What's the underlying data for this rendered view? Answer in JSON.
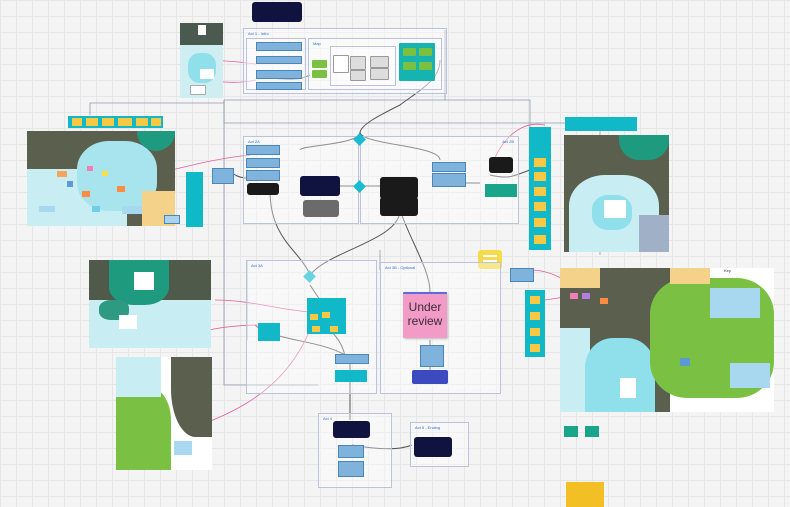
{
  "canvas": {
    "background": "#f4f4f4",
    "grid_color": "#e6e6e6"
  },
  "frames": {
    "act1_title": "Act 1 - Intro",
    "map_label": "Map",
    "act2a_title": "Act 2A",
    "act2b_title": "Act 2B",
    "act3a_title": "Act 3A",
    "act3b_title": "Act 3B - Optional",
    "act4_title": "Act 4",
    "act5_title": "Act 5 - Ending"
  },
  "sticky": {
    "review_label": "Under\nreview",
    "color": "#f19bc6",
    "border": "#5b6be0"
  },
  "comment": {
    "icon": "comment-icon",
    "color": "#f7d94c"
  },
  "map_labels": {
    "right_map_tag": "Key"
  },
  "colors": {
    "dark": "#10133f",
    "teal": "#10b8c8",
    "green": "#19a58a",
    "yellow": "#f6c844",
    "pink_link": "#e0609b",
    "connector": "#555555"
  }
}
